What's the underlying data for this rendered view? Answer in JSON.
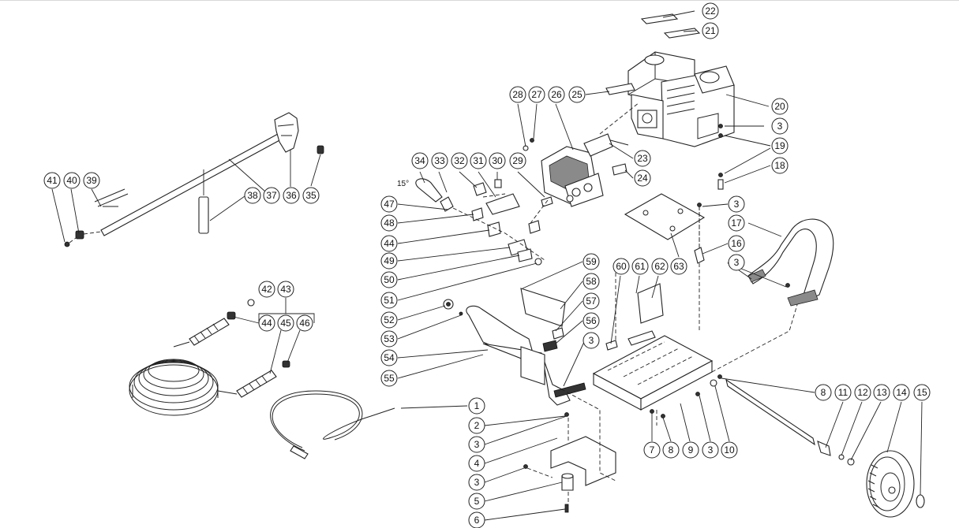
{
  "diagram": {
    "callouts": {
      "c1": "1",
      "c2": "2",
      "c3": "3",
      "c4": "4",
      "c5": "5",
      "c6": "6",
      "c7": "7",
      "c8": "8",
      "c9": "9",
      "c10": "10",
      "c11": "11",
      "c12": "12",
      "c13": "13",
      "c14": "14",
      "c15": "15",
      "c16": "16",
      "c17": "17",
      "c18": "18",
      "c19": "19",
      "c20": "20",
      "c21": "21",
      "c22": "22",
      "c23": "23",
      "c24": "24",
      "c25": "25",
      "c26": "26",
      "c27": "27",
      "c28": "28",
      "c29": "29",
      "c30": "30",
      "c31": "31",
      "c32": "32",
      "c33": "33",
      "c34": "34",
      "c35": "35",
      "c36": "36",
      "c37": "37",
      "c38": "38",
      "c39": "39",
      "c40": "40",
      "c41": "41",
      "c42": "42",
      "c43": "43",
      "c44": "44",
      "c45": "45",
      "c46": "46",
      "c47": "47",
      "c48": "48",
      "c49": "49",
      "c50": "50",
      "c51": "51",
      "c52": "52",
      "c53": "53",
      "c54": "54",
      "c55": "55",
      "c56": "56",
      "c57": "57",
      "c58": "58",
      "c59": "59",
      "c60": "60",
      "c61": "61",
      "c62": "62",
      "c63": "63"
    },
    "nozzle_angle_note": "15°"
  }
}
